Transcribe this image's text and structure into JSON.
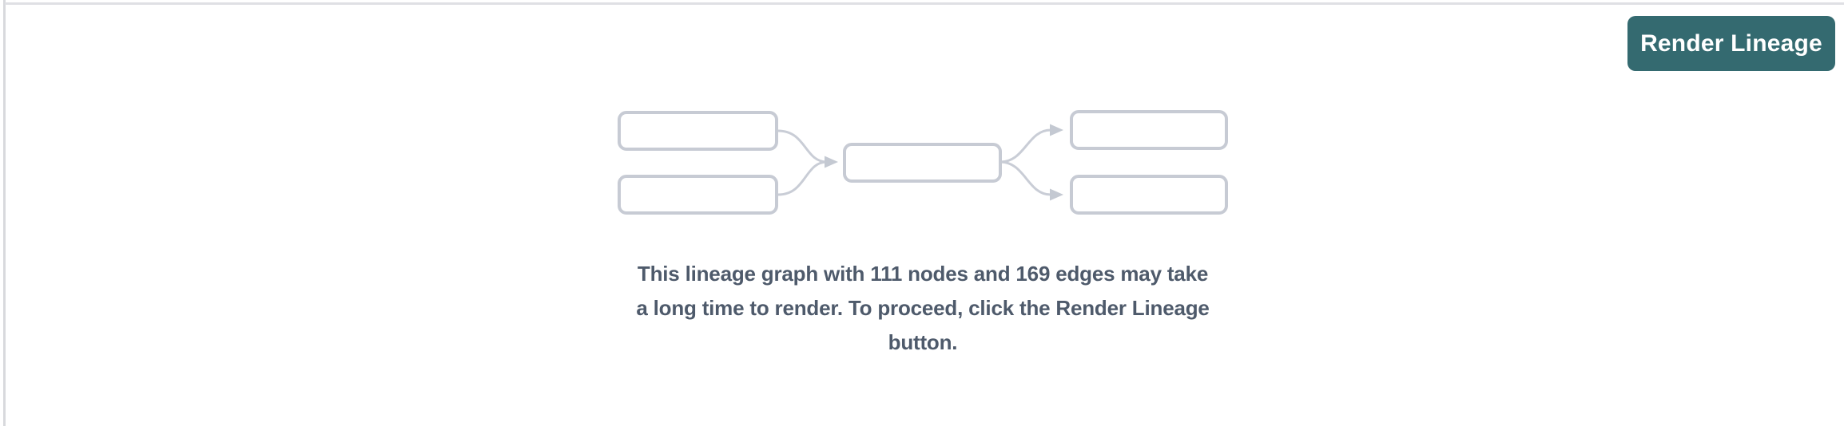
{
  "panel": {
    "background": "#ffffff",
    "border_color": "#dcdde1"
  },
  "toolbar": {
    "render_button_label": "Render Lineage",
    "render_button_bg": "#346a70",
    "render_button_text_color": "#ffffff"
  },
  "lineage_preview": {
    "kind": "placeholder-graph-illustration",
    "node_fill": "#ffffff",
    "node_border_color": "#c7cbd4",
    "edge_color": "#c9cdd6",
    "node_count_in_illustration": 5,
    "layout": "2 source nodes -> 1 middle node -> 2 target nodes"
  },
  "message": {
    "lines": [
      "This lineage graph with 111 nodes and 169 edges may take",
      "a long time to render. To proceed, click the Render Lineage",
      "button."
    ],
    "node_count": 111,
    "edge_count": 169,
    "text_color": "#4e5a6b"
  }
}
